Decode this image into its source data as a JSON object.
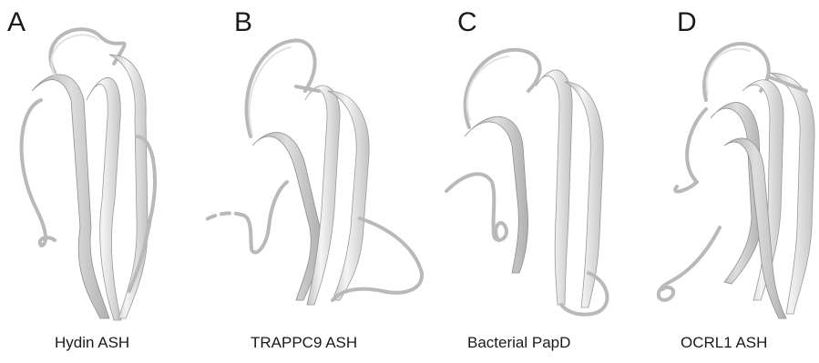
{
  "panels": [
    {
      "letter": "A",
      "caption": "Hydin ASH"
    },
    {
      "letter": "B",
      "caption": "TRAPPC9 ASH"
    },
    {
      "letter": "C",
      "caption": "Bacterial PapD"
    },
    {
      "letter": "D",
      "caption": "OCRL1 ASH"
    }
  ],
  "colors": {
    "ribbon_light": "#f2f2f2",
    "ribbon_dark": "#b4b4b4",
    "background": "#ffffff"
  }
}
